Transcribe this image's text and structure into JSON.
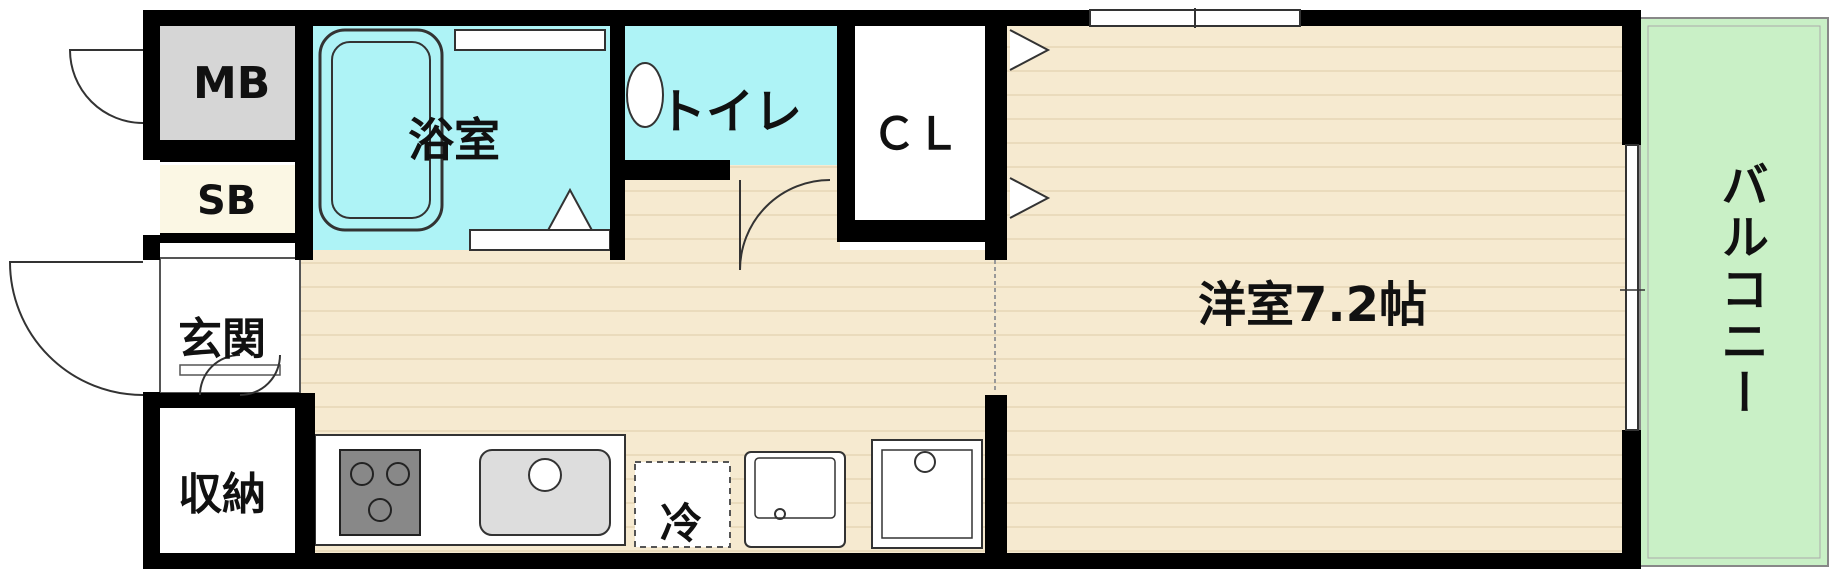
{
  "floor_plan": {
    "rooms": {
      "mb": "MB",
      "sb": "SB",
      "bathroom": "浴室",
      "toilet": "トイレ",
      "closet": "ＣＬ",
      "western_room": "洋室7.2帖",
      "balcony": "バルコニー",
      "entrance": "玄関",
      "storage": "収納",
      "refrigerator": "冷"
    },
    "colors": {
      "wall": "#000000",
      "floor": "#f6ead0",
      "floor_line": "#e6d6b6",
      "bath": "#aef3f6",
      "balcony": "#c9f0c6",
      "mb": "#d6d6d6",
      "sb": "#fbf7e4"
    }
  }
}
